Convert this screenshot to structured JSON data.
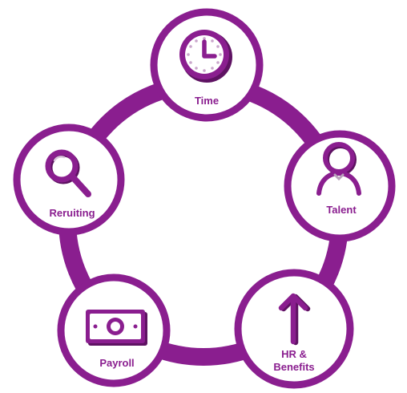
{
  "colors": {
    "ring": "#8a1e8f",
    "node_border": "#8a1e8f",
    "icon": "#8a1e8f",
    "icon_shadow": "#5e1262",
    "label": "#8a1e8f",
    "background": "#ffffff"
  },
  "nodes": [
    {
      "id": "time",
      "icon": "clock-icon",
      "label_lines": [
        "Time"
      ]
    },
    {
      "id": "talent",
      "icon": "person-icon",
      "label_lines": [
        "Talent"
      ]
    },
    {
      "id": "hr-benefits",
      "icon": "up-arrow-icon",
      "label_lines": [
        "HR &",
        "Benefits"
      ]
    },
    {
      "id": "payroll",
      "icon": "money-bill-icon",
      "label_lines": [
        "Payroll"
      ]
    },
    {
      "id": "recruiting",
      "icon": "magnifier-icon",
      "label_lines": [
        "Reruiting"
      ]
    }
  ]
}
